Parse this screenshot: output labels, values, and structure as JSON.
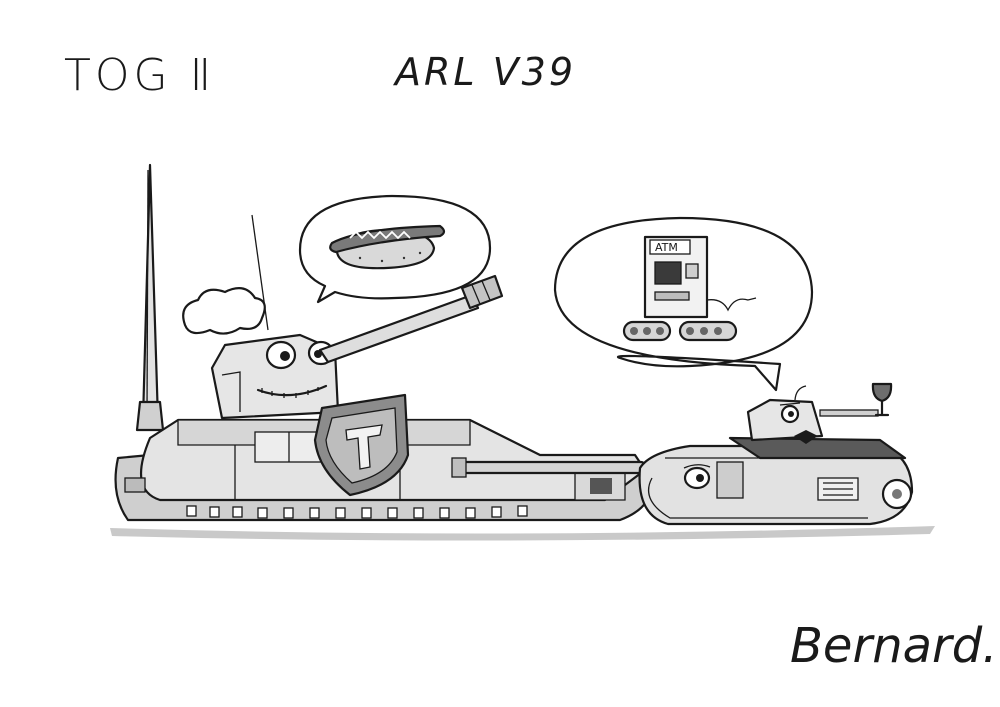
{
  "labels": {
    "left_title": "TOG Ⅱ",
    "right_title": "ARL V39",
    "signature": "Bernard."
  },
  "bubbles": {
    "left": {
      "content": "hot dog"
    },
    "right": {
      "content": "atm",
      "sign": "ATM"
    }
  },
  "colors": {
    "ink": "#1a1a1a",
    "hull_light": "#dcdcdc",
    "hull_mid": "#b8b8b8",
    "hull_dark": "#8c8c8c",
    "shadow": "#cfcfcf",
    "paper": "#ffffff"
  }
}
